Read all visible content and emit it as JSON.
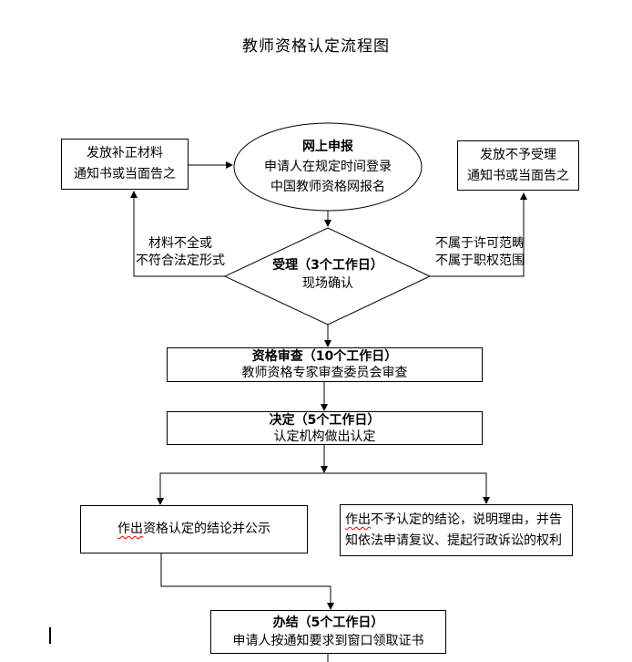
{
  "page": {
    "title": "教师资格认定流程图"
  },
  "nodes": {
    "online_apply": {
      "shape": "ellipse",
      "line1": "网上申报",
      "line2": "申请人在规定时间登录",
      "line3": "中国教师资格网报名"
    },
    "supplement_notice": {
      "shape": "rect",
      "line1": "发放补正材料",
      "line2": "通知书或当面告之"
    },
    "reject_notice": {
      "shape": "rect",
      "line1": "发放不予受理",
      "line2": "通知书或当面告之"
    },
    "acceptance": {
      "shape": "diamond",
      "line1": "受理（3个工作日）",
      "line2": "现场确认"
    },
    "review": {
      "shape": "rect",
      "line1": "资格审查（10个工作日）",
      "line2": "教师资格专家审查委员会审查"
    },
    "decision": {
      "shape": "rect",
      "line1": "决定（5个工作日）",
      "line2": "认定机构做出认定"
    },
    "approve_result": {
      "shape": "rect",
      "underlined": "作出",
      "rest": "资格认定的结论并公示"
    },
    "deny_result": {
      "shape": "rect",
      "underlined": "作出",
      "rest": "不予认定的结论，说明理由，并告知依法申请复议、提起行政诉讼的权利"
    },
    "completion": {
      "shape": "rect",
      "line1": "办结（5个工作日）",
      "line2": "申请人按通知要求到窗口领取证书"
    }
  },
  "edge_labels": {
    "left_branch": {
      "line1": "材料不全或",
      "line2": "不符合法定形式"
    },
    "right_branch": {
      "line1": "不属于许可范畴",
      "line2": "不属于职权范围"
    }
  },
  "colors": {
    "line": "#000000",
    "text": "#000000",
    "background": "#ffffff",
    "spellcheck_underline": "#ff0000"
  }
}
